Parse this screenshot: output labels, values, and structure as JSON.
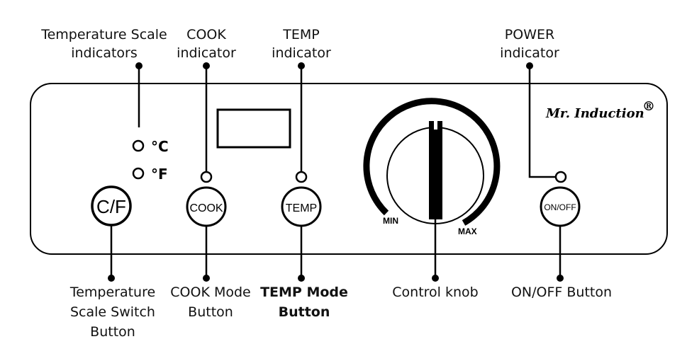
{
  "labels": {
    "temp_scale_indicators": [
      "Temperature Scale",
      "indicators"
    ],
    "cook_indicator": [
      "COOK",
      "indicator"
    ],
    "temp_indicator": [
      "TEMP",
      "indicator"
    ],
    "power_indicator": [
      "POWER",
      "indicator"
    ],
    "temp_scale_switch": [
      "Temperature",
      "Scale Switch",
      "Button"
    ],
    "cook_mode_button": [
      "COOK Mode",
      "Button"
    ],
    "temp_mode_button": [
      "TEMP Mode",
      "Button"
    ],
    "control_knob": "Control knob",
    "on_off_button": "ON/OFF Button"
  },
  "panel": {
    "brand": "Mr. Induction",
    "brand_mark": "®",
    "celsius": "°C",
    "fahrenheit": "°F",
    "cf_button": "C/F",
    "cook_button": "COOK",
    "temp_button": "TEMP",
    "onoff_button": "ON/OFF",
    "knob_min": "MIN",
    "knob_max": "MAX"
  }
}
